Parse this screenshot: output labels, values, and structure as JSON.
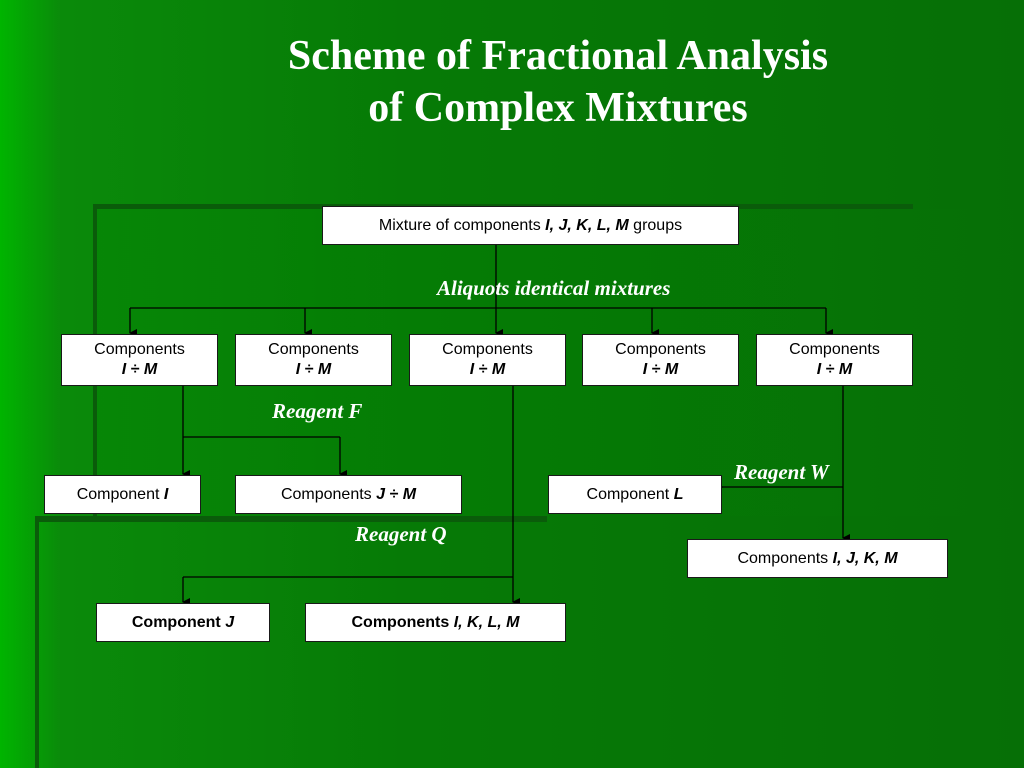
{
  "title": {
    "line1": "Scheme of Fractional Analysis",
    "line2": "of Complex Mixtures"
  },
  "root": {
    "prefix": "Mixture of components ",
    "groups": "I, J, K, L, M",
    "suffix": " groups"
  },
  "aliquots_label": "Aliquots identical mixtures",
  "aliquots": [
    {
      "line1": "Components",
      "line2": "I ÷ M"
    },
    {
      "line1": "Components",
      "line2": "I ÷ M"
    },
    {
      "line1": "Components",
      "line2": "I ÷ M"
    },
    {
      "line1": "Components",
      "line2": "I ÷ M"
    },
    {
      "line1": "Components",
      "line2": "I ÷ M"
    }
  ],
  "reagents": {
    "f": "Reagent F",
    "w": "Reagent W",
    "q": "Reagent Q"
  },
  "fractions": {
    "component_i": {
      "prefix": "Component ",
      "name": "I"
    },
    "components_j_m": {
      "prefix": "Components ",
      "name": "J ÷ M"
    },
    "component_l": {
      "prefix": "Component ",
      "name": "L"
    },
    "components_ijkm": {
      "prefix": "Components ",
      "name": "I, J, K, M"
    },
    "component_j": {
      "prefix": "Component ",
      "name": "J"
    },
    "components_iklm": {
      "prefix": "Components ",
      "name": "I, K, L, M"
    }
  }
}
